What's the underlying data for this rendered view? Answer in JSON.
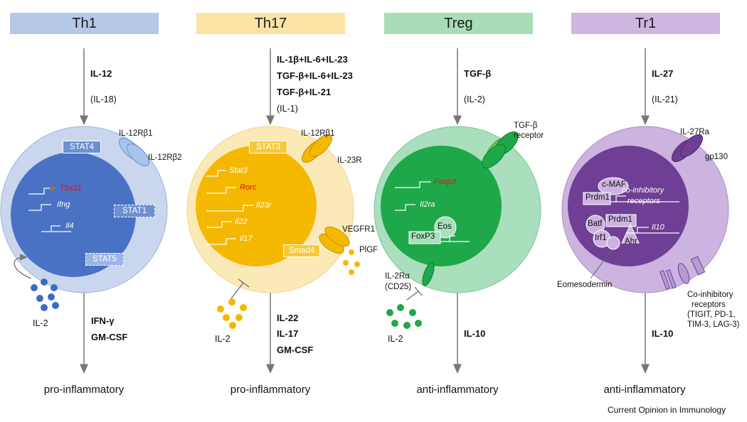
{
  "panels": [
    {
      "title": "Th1",
      "color": "#b6c8e8",
      "cytokines_in": [
        "IL-12",
        "(IL-18)"
      ],
      "receptors": [
        "IL-12Rβ1",
        "IL-12Rβ2"
      ],
      "genes": [
        "Tbx21",
        "Ifng",
        "Il4"
      ],
      "factors": [
        "STAT4",
        "STAT1",
        "STAT5"
      ],
      "il2": "IL-2",
      "cytokines_out": [
        "IFN-γ",
        "GM-CSF"
      ],
      "outcome": "pro-inflammatory"
    },
    {
      "title": "Th17",
      "color": "#fbe3a6",
      "cytokines_in": [
        "IL-1β+IL-6+IL-23",
        "TGF-β+IL-6+IL-23",
        "TGF-β+IL-21",
        "(IL-1)"
      ],
      "receptors": [
        "IL-12Rβ1",
        "IL-23R",
        "VEGFR1",
        "PlGF"
      ],
      "genes": [
        "Stat3",
        "Rorc",
        "Il23r",
        "Il22",
        "Il17"
      ],
      "factors": [
        "STAT3",
        "Smad4"
      ],
      "il2": "IL-2",
      "cytokines_out": [
        "IL-22",
        "IL-17",
        "GM-CSF"
      ],
      "outcome": "pro-inflammatory"
    },
    {
      "title": "Treg",
      "color": "#a8ddb8",
      "cytokines_in": [
        "TGF-β",
        "(IL-2)"
      ],
      "receptors": [
        "TGF-β",
        "receptor",
        "IL-2Rα",
        "(CD25)"
      ],
      "genes": [
        "Foxp3",
        "Il2ra"
      ],
      "factors": [
        "Eos",
        "FoxP3"
      ],
      "il2": "IL-2",
      "cytokines_out": [
        "IL-10"
      ],
      "outcome": "anti-inflammatory"
    },
    {
      "title": "Tr1",
      "color": "#cdb6e0",
      "cytokines_in": [
        "IL-27",
        "(IL-21)"
      ],
      "receptors": [
        "IL-27Ra",
        "gp130"
      ],
      "genes": [
        "co-inhibitory",
        "receptors",
        "Il10"
      ],
      "factors": [
        "c-MAF",
        "Prdm1",
        "Batf",
        "Prdm1",
        "Irf1",
        "Ahr",
        "Eomesodermin"
      ],
      "coinhib": [
        "Co-inhibitory",
        "receptors",
        "(TIGIT, PD-1,",
        "TIM-3, LAG-3)"
      ],
      "cytokines_out": [
        "IL-10"
      ],
      "outcome": "anti-inflammatory"
    }
  ],
  "footer": "Current Opinion in Immunology",
  "colors": {
    "th1_cell": "#c9d6ee",
    "th1_nuc": "#4a72c4",
    "th17_cell": "#fbe9b8",
    "th17_nuc": "#f5b800",
    "treg_cell": "#a9dfbc",
    "treg_nuc": "#1ea84a",
    "tr1_cell": "#cdb3df",
    "tr1_nuc": "#6e3f94",
    "arrow": "#777777"
  }
}
